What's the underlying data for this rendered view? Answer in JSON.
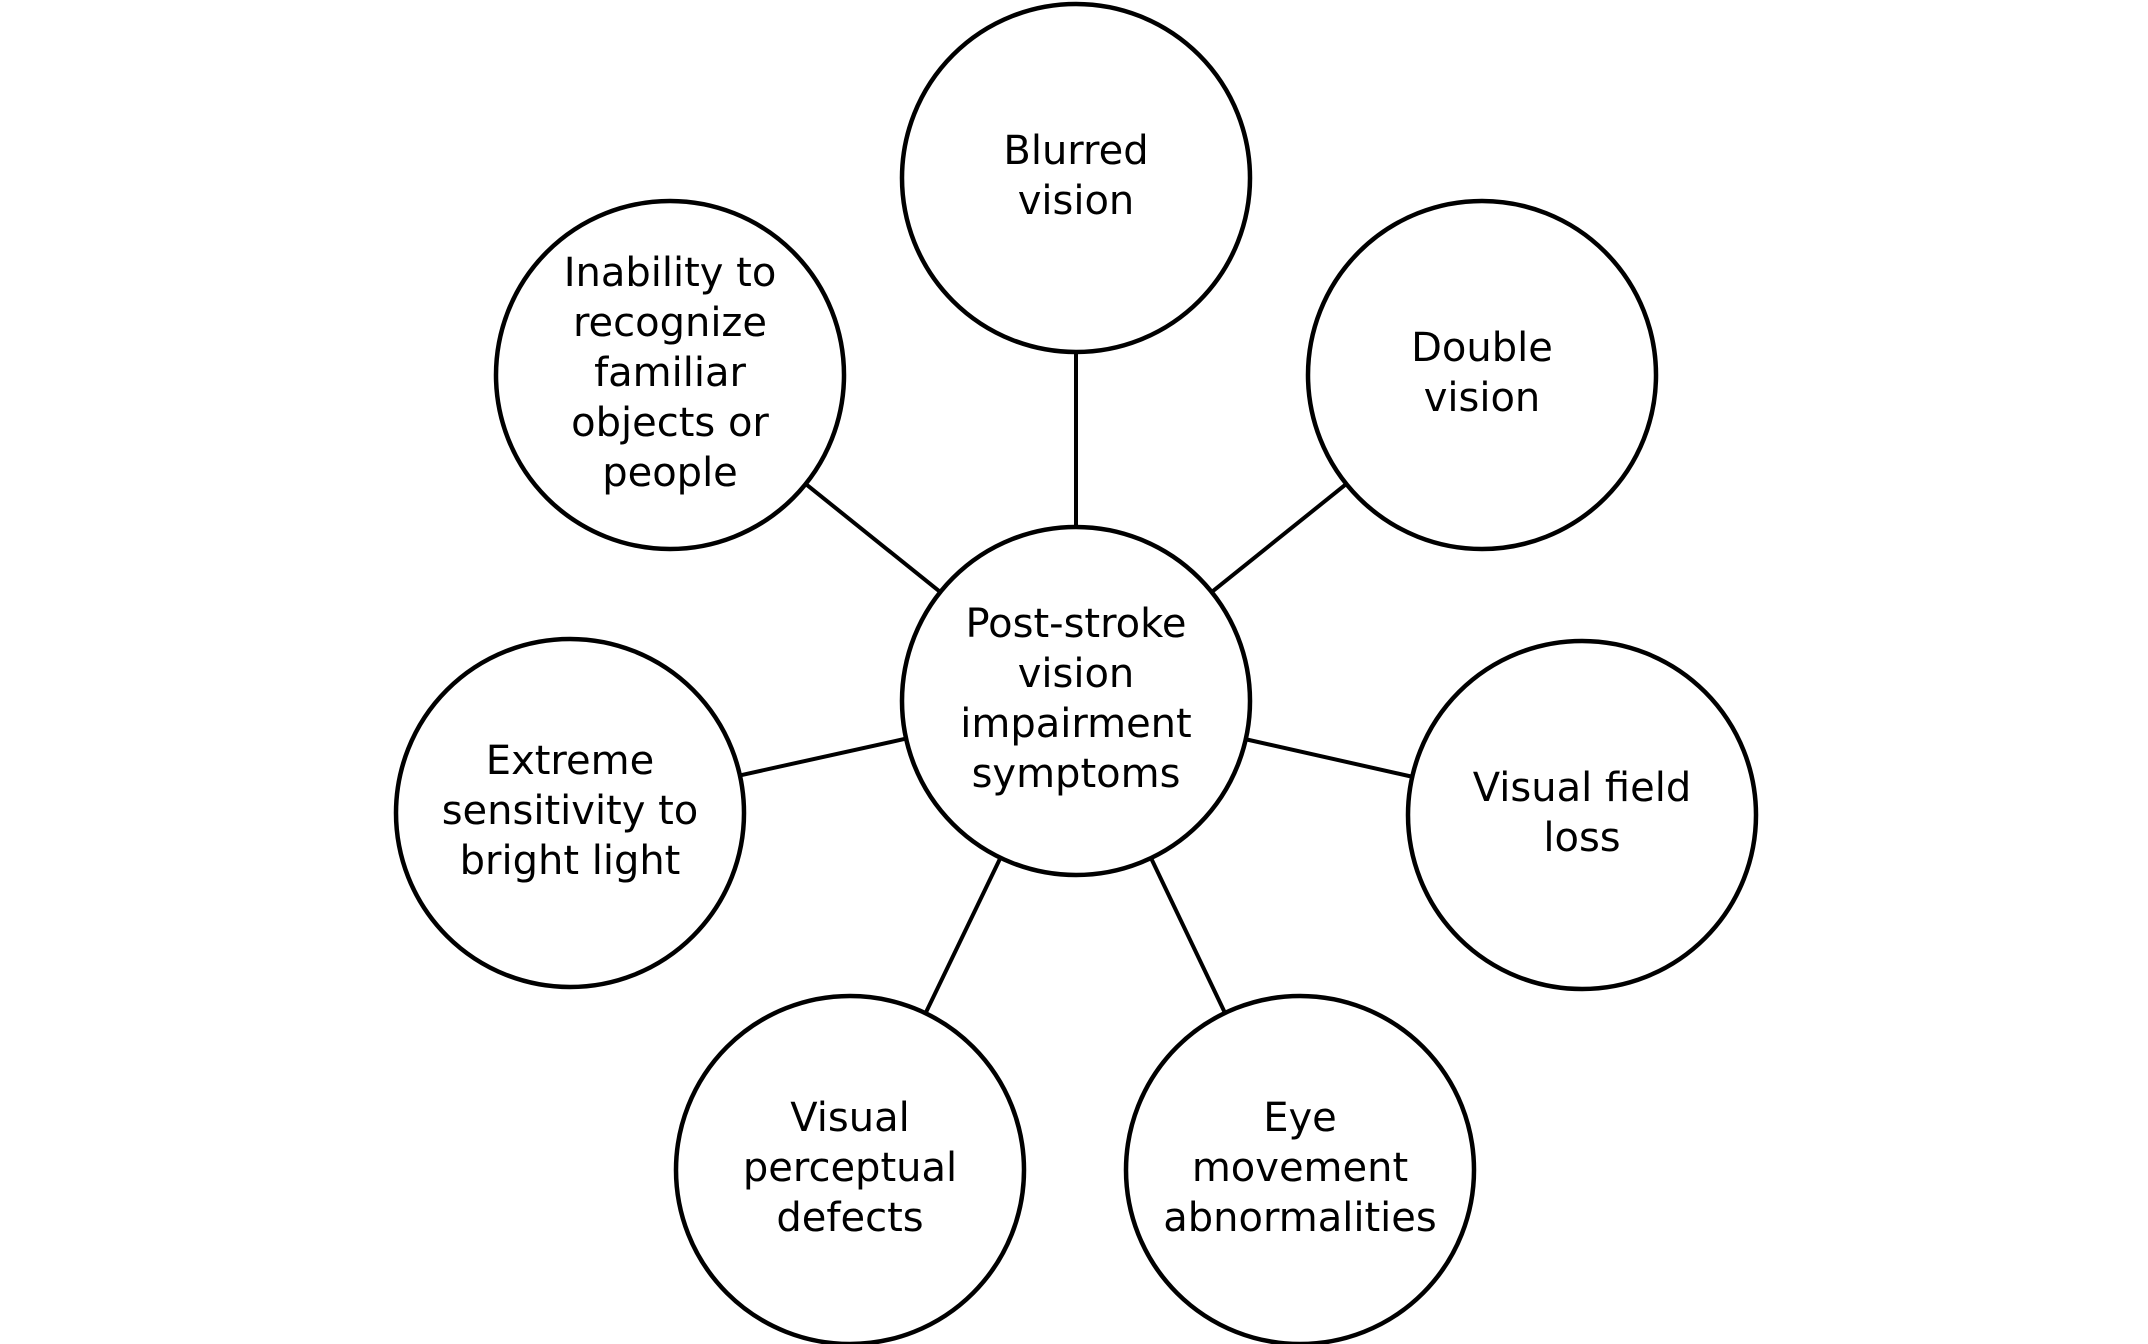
{
  "diagram": {
    "center": {
      "lines": [
        "Post-stroke",
        "vision",
        "impairment",
        "symptoms"
      ]
    },
    "nodes": [
      {
        "id": "blurred-vision",
        "lines": [
          "Blurred",
          "vision"
        ]
      },
      {
        "id": "double-vision",
        "lines": [
          "Double",
          "vision"
        ]
      },
      {
        "id": "visual-field-loss",
        "lines": [
          "Visual field",
          "loss"
        ]
      },
      {
        "id": "eye-movement-abnormalities",
        "lines": [
          "Eye",
          "movement",
          "abnormalities"
        ]
      },
      {
        "id": "visual-perceptual-defects",
        "lines": [
          "Visual",
          "perceptual",
          "defects"
        ]
      },
      {
        "id": "extreme-sensitivity",
        "lines": [
          "Extreme",
          "sensitivity to",
          "bright light"
        ]
      },
      {
        "id": "inability-to-recognize",
        "lines": [
          "Inability to",
          "recognize",
          "familiar",
          "objects or",
          "people"
        ]
      }
    ],
    "colors": {
      "stroke": "#000000",
      "fill": "#ffffff",
      "text": "#000000"
    }
  }
}
